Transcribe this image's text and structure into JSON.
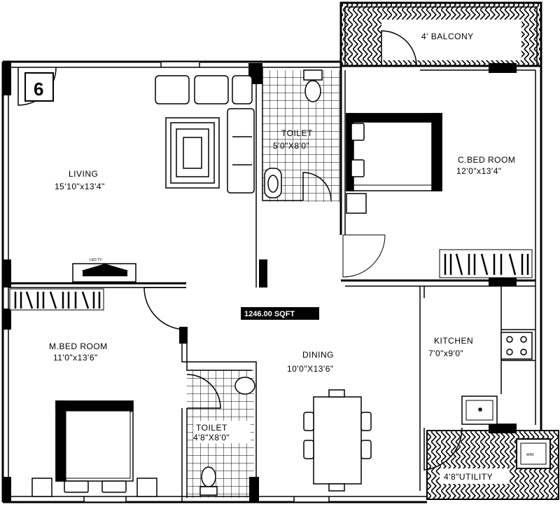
{
  "plan": {
    "unit_number": "6",
    "area_label": "1246.00 SQFT",
    "tv_label": "LED TV",
    "wm_label": "W/M"
  },
  "rooms": {
    "balcony": {
      "name": "4' BALCONY"
    },
    "living": {
      "name": "LIVING",
      "size": "15'10\"x13'4\""
    },
    "toilet1": {
      "name": "TOILET",
      "size": "5'0\"X8'0\""
    },
    "cbed": {
      "name": "C.BED ROOM",
      "size": "12'0\"x13'4\""
    },
    "mbed": {
      "name": "M.BED ROOM",
      "size": "11'0\"x13'6\""
    },
    "dining": {
      "name": "DINING",
      "size": "10'0\"X13'6\""
    },
    "kitchen": {
      "name": "KITCHEN",
      "size": "7'0\"x9'0\""
    },
    "toilet2": {
      "name": "TOILET",
      "size": "4'8\"X8'0\""
    },
    "utility": {
      "name": "4'8\"UTILITY"
    }
  }
}
